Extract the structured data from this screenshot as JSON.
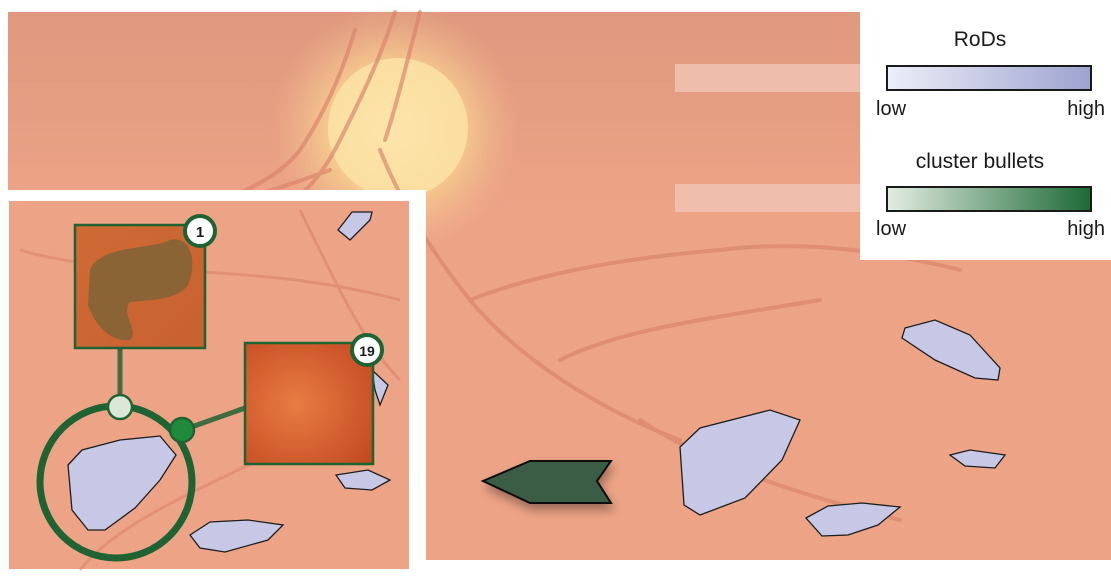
{
  "legend_rods": {
    "title": "RoDs",
    "low_label": "low",
    "high_label": "high",
    "color_low": "#eceef8",
    "color_high": "#9ea3cf"
  },
  "legend_cluster": {
    "title": "cluster bullets",
    "low_label": "low",
    "high_label": "high",
    "color_low": "#e3ece2",
    "color_high": "#1d6a37"
  },
  "inset": {
    "thumbnails": [
      {
        "badge": "1"
      },
      {
        "badge": "19"
      }
    ]
  },
  "colors": {
    "fundus": "#eda386",
    "rod_fill": "#c7c8e6",
    "ring": "#1f6333",
    "arrow": "#3a5b45"
  },
  "icons": {
    "arrow": "arrow-left-icon"
  }
}
